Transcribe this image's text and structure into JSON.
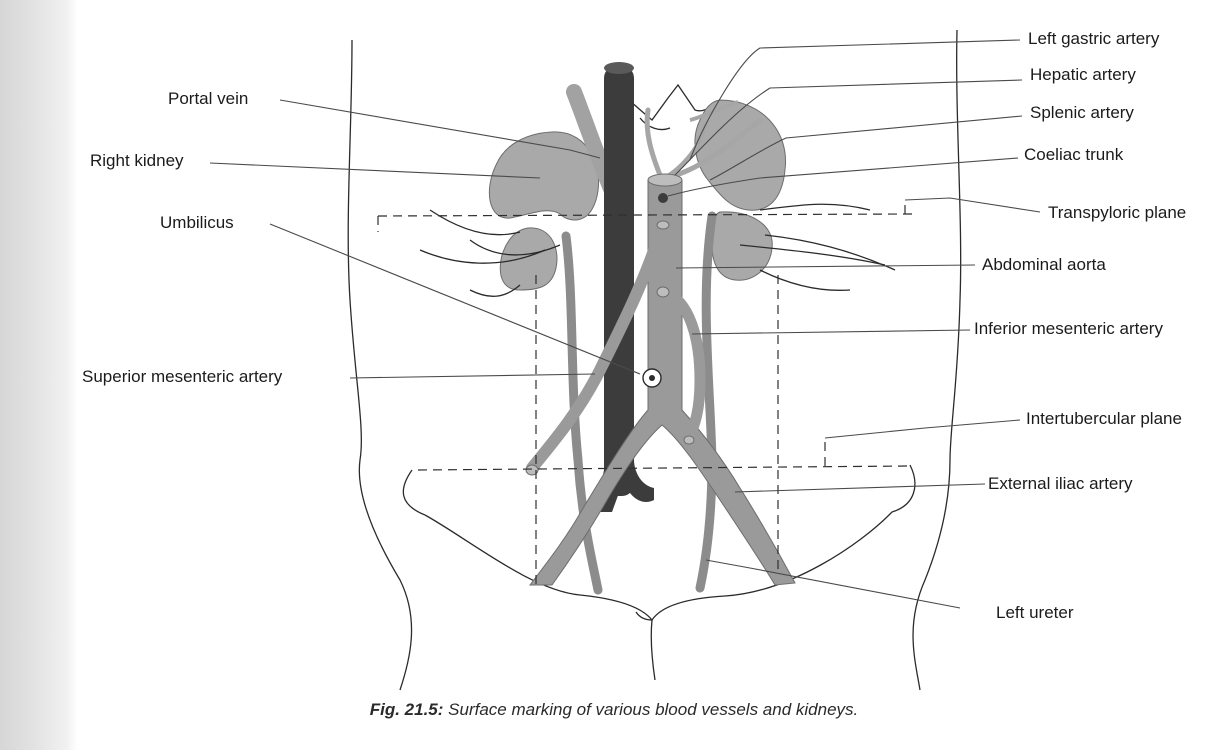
{
  "labels": {
    "left_gastric_artery": "Left gastric artery",
    "hepatic_artery": "Hepatic artery",
    "splenic_artery": "Splenic artery",
    "coeliac_trunk": "Coeliac trunk",
    "transpyloric_plane": "Transpyloric plane",
    "abdominal_aorta": "Abdominal aorta",
    "inferior_mesenteric_artery": "Inferior mesenteric artery",
    "intertubercular_plane": "Intertubercular plane",
    "external_iliac_artery": "External iliac artery",
    "left_ureter": "Left ureter",
    "portal_vein": "Portal vein",
    "right_kidney": "Right kidney",
    "umbilicus": "Umbilicus",
    "superior_mesenteric_artery": "Superior mesenteric artery"
  },
  "caption": {
    "number": "Fig. 21.5:",
    "text": "Surface marking of various blood vessels and kidneys."
  },
  "colors": {
    "vessel_gray": "#9a9a9a",
    "vein_dark": "#3c3c3c",
    "kidney_gray": "#a9a9a9",
    "line": "#2b2b2b"
  }
}
